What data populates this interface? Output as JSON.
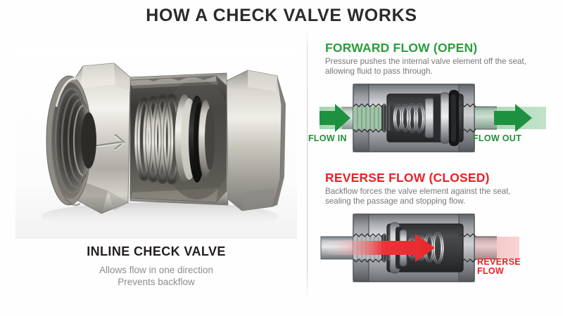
{
  "page": {
    "title": "HOW A CHECK VALVE WORKS",
    "background_color": "#fefefe"
  },
  "colors": {
    "title": "#2b2b2b",
    "green_accent": "#2a9e3c",
    "green_arrow": "#1e9141",
    "green_flow_band": "#a9d9b4",
    "red_accent": "#ed2024",
    "red_arrow": "#e8282c",
    "red_flow_band": "#f2b4b4",
    "body_text": "#76787a",
    "caption_title": "#231f20",
    "caption_sub": "#8d8d8d",
    "divider": "#c9c9c9",
    "metal_light": "#d8d8d8",
    "metal_mid": "#9a9a9a",
    "metal_dark": "#55565a",
    "valve_dark": "#3a3a3c"
  },
  "left": {
    "photo_name": "cutaway-check-valve-photo",
    "photo_alt": "Stainless steel inline check valve shown in cutaway with internal spring, poppet and seal",
    "body_arrow_name": "flow-direction-arrow-engraving",
    "caption_title": "INLINE CHECK VALVE",
    "caption_lines": [
      "Allows flow in one direction",
      "Prevents backflow"
    ]
  },
  "right": {
    "panels": [
      {
        "id": "forward",
        "heading": "FORWARD FLOW (OPEN)",
        "body": "Pressure pushes the internal valve element off the seat, allowing fluid to pass through.",
        "state": "open",
        "labels": [
          {
            "name": "flow-in-label",
            "text": "FLOW IN"
          },
          {
            "name": "flow-out-label",
            "text": "FLOW OUT"
          }
        ]
      },
      {
        "id": "reverse",
        "heading": "REVERSE FLOW (CLOSED)",
        "body": "Backflow forces the valve element against the seat, sealing the passage and stopping flow.",
        "state": "closed",
        "labels": [
          {
            "name": "reverse-flow-label-line1",
            "text": "REVERSE"
          },
          {
            "name": "reverse-flow-label-line2",
            "text": "FLOW"
          }
        ]
      }
    ]
  }
}
